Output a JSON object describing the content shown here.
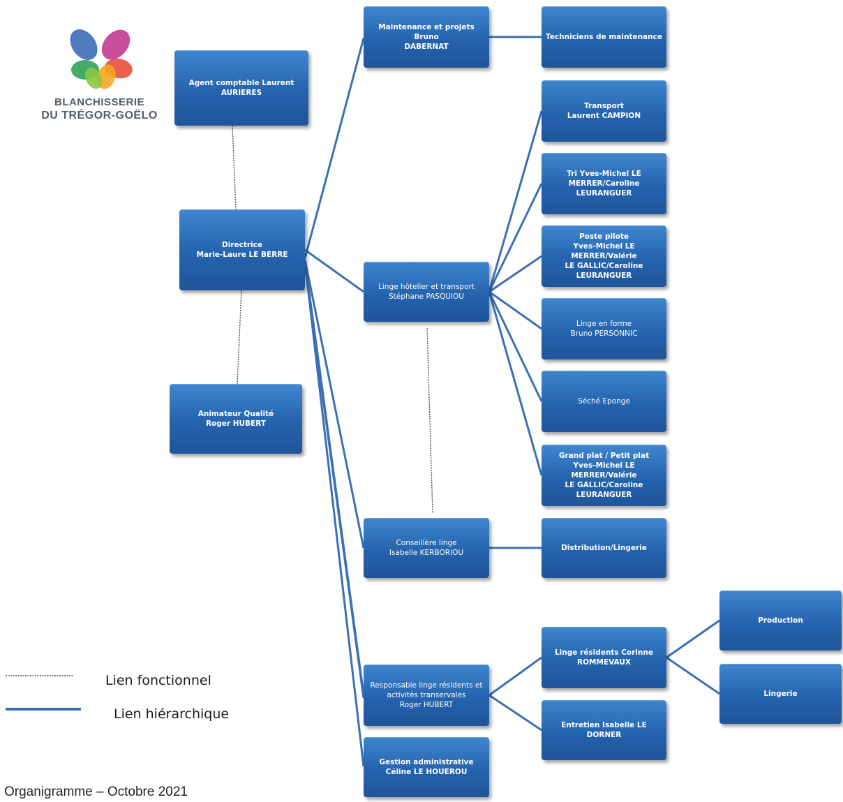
{
  "logo": {
    "line1": "BLANCHISSERIE",
    "line2": "DU TRÉGOR-GOËLO",
    "petal_colors": [
      "#3d6db5",
      "#c43b8f",
      "#e94e3c",
      "#f5a623",
      "#2fa35a",
      "#8cc63f"
    ]
  },
  "colors": {
    "box": "#2563ad",
    "hierarchy_line": "#3b6fb6",
    "functional_line": "#444444"
  },
  "nodes": {
    "agent_comptable": {
      "lines": [
        "Agent comptable Laurent AURIERES"
      ]
    },
    "directrice": {
      "lines": [
        "Directrice",
        "Marie-Laure LE BERRE"
      ]
    },
    "animateur_qualite": {
      "lines": [
        "Animateur Qualité",
        "Roger HUBERT"
      ]
    },
    "maintenance": {
      "lines": [
        "Maintenance et projets Bruno",
        "DABERNAT"
      ]
    },
    "techniciens": {
      "lines": [
        "Techniciens de maintenance"
      ]
    },
    "linge_hotelier": {
      "lines": [
        "Linge hôtelier et transport",
        "Stéphane PASQUIOU"
      ]
    },
    "transport": {
      "lines": [
        "Transport",
        "Laurent CAMPION"
      ]
    },
    "tri": {
      "lines": [
        "Tri Yves-Michel LE",
        "MERRER/Caroline LEURANGUER"
      ]
    },
    "poste_pilote": {
      "lines": [
        "Poste pilote",
        "Yves-Michel LE MERRER/Valérie",
        "LE GALLIC/Caroline",
        "LEURANGUER"
      ]
    },
    "linge_en_forme": {
      "lines": [
        "Linge en forme",
        "Bruno PERSONNIC"
      ]
    },
    "seche_eponge": {
      "lines": [
        "Séché Eponge"
      ]
    },
    "grand_plat": {
      "lines": [
        "Grand plat / Petit plat",
        "Yves-Michel LE MERRER/Valérie",
        "LE GALLIC/Caroline",
        "LEURANGUER"
      ]
    },
    "conseillere": {
      "lines": [
        "Conseillère linge",
        "Isabelle KERBORIOU"
      ]
    },
    "distribution": {
      "lines": [
        "Distribution/Lingerie"
      ]
    },
    "responsable_residents": {
      "lines": [
        "Responsable linge résidents et",
        "activités transervales",
        "Roger HUBERT"
      ]
    },
    "linge_residents": {
      "lines": [
        "Linge résidents Corinne",
        "ROMMEVAUX"
      ]
    },
    "entretien": {
      "lines": [
        "Entretien Isabelle LE DORNER"
      ]
    },
    "production": {
      "lines": [
        "Production"
      ]
    },
    "lingerie": {
      "lines": [
        "Lingerie"
      ]
    },
    "gestion_admin": {
      "lines": [
        "Gestion administrative",
        "Céline LE HOUEROU"
      ]
    }
  },
  "legend": {
    "functional": "Lien fonctionnel",
    "hierarchical": "Lien hiérarchique"
  },
  "footer": "Organigramme – Octobre 2021"
}
